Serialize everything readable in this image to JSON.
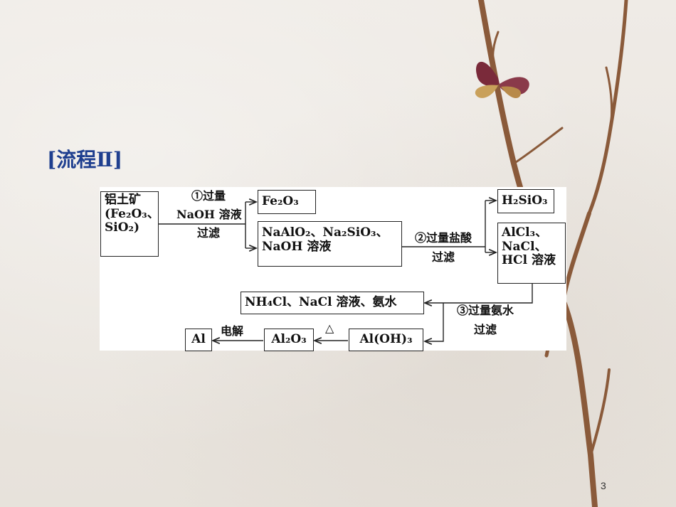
{
  "title": "[流程Ⅱ]",
  "page_number": "3",
  "nodes": {
    "bauxite": [
      "铝土矿",
      "(Fe₂O₃、",
      "SiO₂)"
    ],
    "fe2o3": "Fe₂O₃",
    "filtrate1": [
      "NaAlO₂、Na₂SiO₃、",
      "NaOH 溶液"
    ],
    "h2sio3": "H₂SiO₃",
    "filtrate2": [
      "AlCl₃、",
      "NaCl、",
      "HCl 溶液"
    ],
    "filtrate3": "NH₄Cl、NaCl 溶液、氨水",
    "aloh3": "Al(OH)₃",
    "al2o3": "Al₂O₃",
    "al": "Al"
  },
  "steps": {
    "step1": [
      "①过量",
      "NaOH 溶液",
      "过滤"
    ],
    "step2": [
      "②过量盐酸",
      "过滤"
    ],
    "step3": [
      "③过量氨水",
      "过滤"
    ],
    "heat": "△",
    "electrolysis": "电解"
  }
}
